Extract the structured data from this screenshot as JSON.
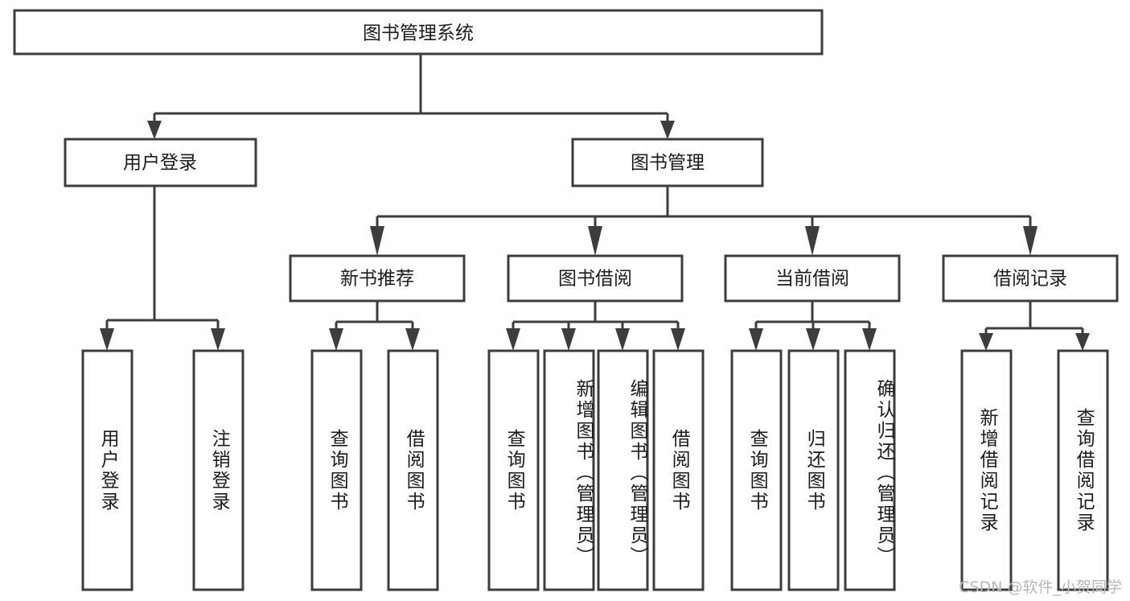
{
  "diagram": {
    "title": "图书管理系统",
    "type": "tree",
    "watermark": "CSDN @软件_小贺同学",
    "colors": {
      "background": "#fefefe",
      "box_fill": "#ffffff",
      "stroke": "#3d3d3d",
      "text": "#1b1b1b",
      "watermark": "#b8b8b8"
    },
    "levels": {
      "root": "图书管理系统",
      "level2": [
        "用户登录",
        "图书管理"
      ],
      "level3": [
        "新书推荐",
        "图书借阅",
        "当前借阅",
        "借阅记录"
      ]
    },
    "nodes": {
      "root": {
        "label": "图书管理系统",
        "level": 1,
        "orientation": "horizontal"
      },
      "user_login": {
        "label": "用户登录",
        "level": 2,
        "orientation": "horizontal"
      },
      "book_manage": {
        "label": "图书管理",
        "level": 2,
        "orientation": "horizontal"
      },
      "new_book_rec": {
        "label": "新书推荐",
        "level": 3,
        "orientation": "horizontal"
      },
      "book_borrow": {
        "label": "图书借阅",
        "level": 3,
        "orientation": "horizontal"
      },
      "current_borrow": {
        "label": "当前借阅",
        "level": 3,
        "orientation": "horizontal"
      },
      "borrow_record": {
        "label": "借阅记录",
        "level": 3,
        "orientation": "horizontal"
      },
      "leaf_user_login": {
        "label": "用户登录",
        "level": 3,
        "orientation": "vertical",
        "parent": "用户登录"
      },
      "leaf_logout": {
        "label": "注销登录",
        "level": 3,
        "orientation": "vertical",
        "parent": "用户登录"
      },
      "leaf_query_book_rec": {
        "label": "查询图书",
        "level": 4,
        "orientation": "vertical",
        "parent": "新书推荐"
      },
      "leaf_borrow_book_rec": {
        "label": "借阅图书",
        "level": 4,
        "orientation": "vertical",
        "parent": "新书推荐"
      },
      "leaf_query_book_brw": {
        "label": "查询图书",
        "level": 4,
        "orientation": "vertical",
        "parent": "图书借阅"
      },
      "leaf_add_book": {
        "label": "新增图书（管理员）",
        "level": 4,
        "orientation": "vertical",
        "parent": "图书借阅"
      },
      "leaf_edit_book": {
        "label": "编辑图书（管理员）",
        "level": 4,
        "orientation": "vertical",
        "parent": "图书借阅"
      },
      "leaf_borrow_book_brw": {
        "label": "借阅图书",
        "level": 4,
        "orientation": "vertical",
        "parent": "图书借阅"
      },
      "leaf_query_book_cur": {
        "label": "查询图书",
        "level": 4,
        "orientation": "vertical",
        "parent": "当前借阅"
      },
      "leaf_return_book": {
        "label": "归还图书",
        "level": 4,
        "orientation": "vertical",
        "parent": "当前借阅"
      },
      "leaf_confirm_return": {
        "label": "确认归还（管理员）",
        "level": 4,
        "orientation": "vertical",
        "parent": "当前借阅"
      },
      "leaf_add_record": {
        "label": "新增借阅记录",
        "level": 4,
        "orientation": "vertical",
        "parent": "借阅记录"
      },
      "leaf_query_record": {
        "label": "查询借阅记录",
        "level": 4,
        "orientation": "vertical",
        "parent": "借阅记录"
      }
    },
    "edges": [
      {
        "from": "图书管理系统",
        "to": "用户登录"
      },
      {
        "from": "图书管理系统",
        "to": "图书管理"
      },
      {
        "from": "用户登录",
        "to": "用户登录(叶)"
      },
      {
        "from": "用户登录",
        "to": "注销登录"
      },
      {
        "from": "图书管理",
        "to": "新书推荐"
      },
      {
        "from": "图书管理",
        "to": "图书借阅"
      },
      {
        "from": "图书管理",
        "to": "当前借阅"
      },
      {
        "from": "图书管理",
        "to": "借阅记录"
      },
      {
        "from": "新书推荐",
        "to": "查询图书"
      },
      {
        "from": "新书推荐",
        "to": "借阅图书"
      },
      {
        "from": "图书借阅",
        "to": "查询图书"
      },
      {
        "from": "图书借阅",
        "to": "新增图书（管理员）"
      },
      {
        "from": "图书借阅",
        "to": "编辑图书（管理员）"
      },
      {
        "from": "图书借阅",
        "to": "借阅图书"
      },
      {
        "from": "当前借阅",
        "to": "查询图书"
      },
      {
        "from": "当前借阅",
        "to": "归还图书"
      },
      {
        "from": "当前借阅",
        "to": "确认归还（管理员）"
      },
      {
        "from": "借阅记录",
        "to": "新增借阅记录"
      },
      {
        "from": "借阅记录",
        "to": "查询借阅记录"
      }
    ]
  }
}
